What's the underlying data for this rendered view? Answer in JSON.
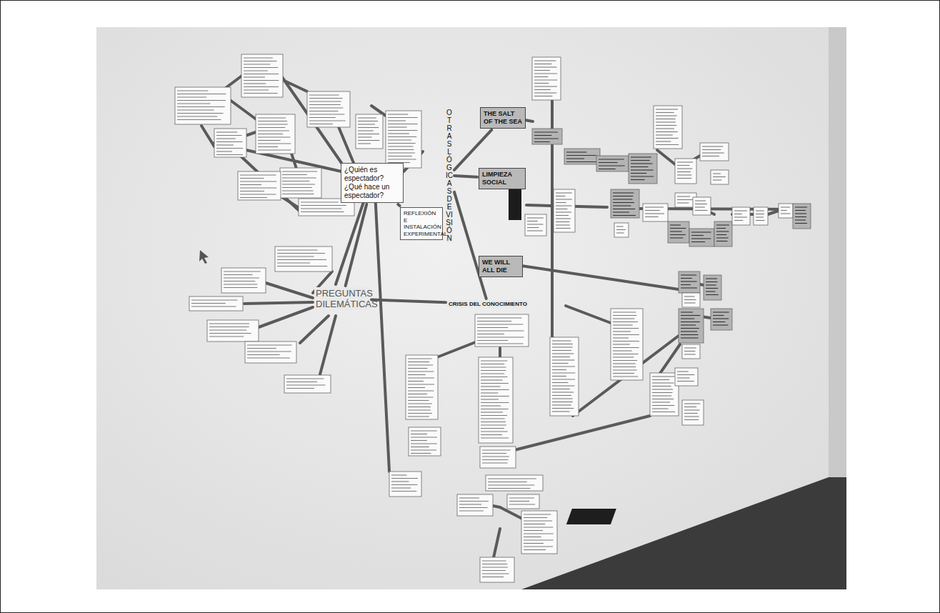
{
  "diagram": {
    "nodes": [
      {
        "text": [
          "¿Quién es espectador? ¿Qué hace un espectador?"
        ]
      },
      {
        "text": [
          "PREGUNTAS DILEMÁTICAS"
        ]
      },
      {
        "text": [
          "OTRAS LÓGICAS DE VISIÓN"
        ]
      },
      {
        "text": [
          "THE SALT OF THE SEA"
        ]
      },
      {
        "text": [
          "LIMPIEZA SOCIAL"
        ]
      },
      {
        "text": [
          "WE WILL ALL DIE"
        ]
      },
      {
        "text": [
          "CRISIS DEL CONOCIMIENTO"
        ]
      },
      {
        "text": [
          "REFLEXIÓN E INSTALACIÓN EXPERIMENTAL"
        ]
      }
    ],
    "edges": [
      {
        "from": 0,
        "to": 1,
        "arrow": "none"
      },
      {
        "from": 0,
        "to": 7,
        "arrow": "none"
      },
      {
        "from": 2,
        "to": 3,
        "arrow": "none"
      },
      {
        "from": 2,
        "to": 4,
        "arrow": "none"
      },
      {
        "from": 2,
        "to": 6,
        "arrow": "none"
      },
      {
        "from": 1,
        "to": 6,
        "arrow": "none"
      }
    ]
  }
}
